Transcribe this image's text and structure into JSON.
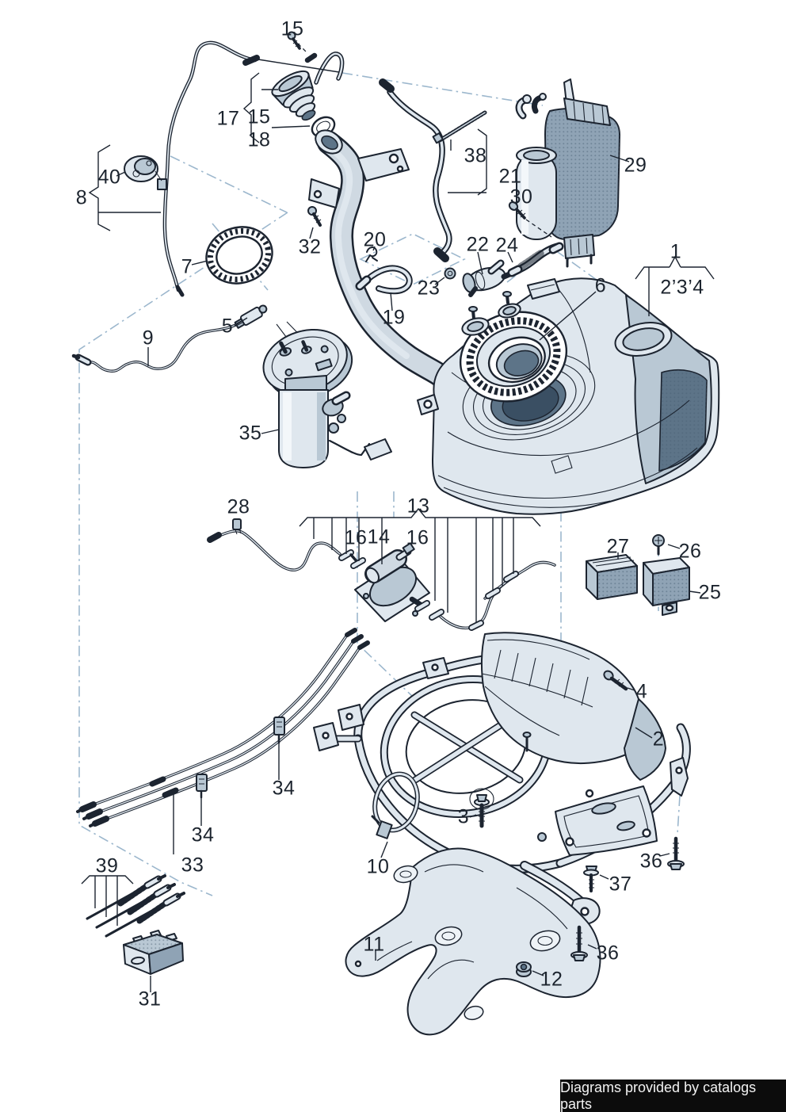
{
  "diagram": {
    "footer": {
      "text": "Diagrams provided by catalogs parts"
    },
    "colors": {
      "outline": "#1c2430",
      "fill_light": "#dfe7ee",
      "fill_mid": "#b9c8d4",
      "fill_dark": "#8fa3b5",
      "fill_deep": "#5d7488",
      "fill_darkest": "#3a4f63",
      "construction": "#9cb7cd",
      "footer_bg": "#0c0c0c",
      "footer_text": "#f2f2f2",
      "background": "#ffffff"
    },
    "callouts": [
      {
        "text": "15"
      },
      {
        "text": "17"
      },
      {
        "text": "15"
      },
      {
        "text": "18"
      },
      {
        "text": "40"
      },
      {
        "text": "8"
      },
      {
        "text": "7"
      },
      {
        "text": "32"
      },
      {
        "text": "20"
      },
      {
        "text": "38"
      },
      {
        "text": "21"
      },
      {
        "text": "30"
      },
      {
        "text": "29"
      },
      {
        "text": "22"
      },
      {
        "text": "24"
      },
      {
        "text": "23"
      },
      {
        "text": "6"
      },
      {
        "text": "1"
      },
      {
        "text": "2’3’4"
      },
      {
        "text": "19"
      },
      {
        "text": "5"
      },
      {
        "text": "9"
      },
      {
        "text": "35"
      },
      {
        "text": "28"
      },
      {
        "text": "13"
      },
      {
        "text": "16"
      },
      {
        "text": "14"
      },
      {
        "text": "16"
      },
      {
        "text": "27"
      },
      {
        "text": "26"
      },
      {
        "text": "25"
      },
      {
        "text": "4"
      },
      {
        "text": "2"
      },
      {
        "text": "3"
      },
      {
        "text": "10"
      },
      {
        "text": "34"
      },
      {
        "text": "34"
      },
      {
        "text": "33"
      },
      {
        "text": "39"
      },
      {
        "text": "31"
      },
      {
        "text": "11"
      },
      {
        "text": "12"
      },
      {
        "text": "36"
      },
      {
        "text": "37"
      },
      {
        "text": "36"
      }
    ]
  }
}
